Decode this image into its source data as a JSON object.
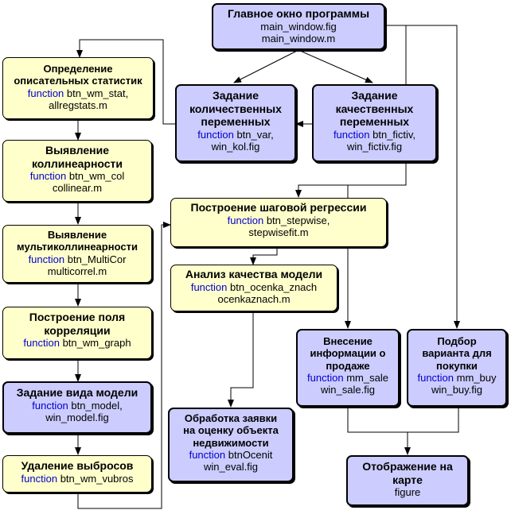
{
  "nodes": {
    "main": {
      "title": "Главное окно программы",
      "line1": "main_window.fig",
      "line2": "main_window.m"
    },
    "stats": {
      "title1": "Определение",
      "title2": "описательных статистик",
      "kw": "function",
      "fn": " btn_wm_stat,",
      "line2": "allregstats.m"
    },
    "kol": {
      "title1": "Задание",
      "title2": "количественных",
      "title3": "переменных",
      "kw": "function",
      "fn": " btn_var,",
      "line2": "win_kol.fig"
    },
    "fictiv": {
      "title1": "Задание",
      "title2": "качественных",
      "title3": "переменных",
      "kw": "function",
      "fn": " btn_fictiv,",
      "line2": "win_fictiv.fig"
    },
    "collinear": {
      "title1": "Выявление",
      "title2": "коллинеарности",
      "kw": "function",
      "fn": " btn_wm_col",
      "line2": "collinear.m"
    },
    "stepwise": {
      "title": "Построение шаговой регрессии",
      "kw": "function",
      "fn": " btn_stepwise,",
      "line2": "stepwisefit.m"
    },
    "multicor": {
      "title1": "Выявление",
      "title2": "мультиколлинеарности",
      "kw": "function",
      "fn": " btn_MultiCor",
      "line2": "multicorrel.m"
    },
    "ocenka": {
      "title": "Анализ качества модели",
      "kw": "function",
      "fn": " btn_ocenka_znach",
      "line2": "ocenkaznach.m"
    },
    "graph": {
      "title1": "Построение поля",
      "title2": "корреляции",
      "kw": "function",
      "fn": " btn_wm_graph"
    },
    "sale": {
      "title1": "Внесение",
      "title2": "информации о",
      "title3": "продаже",
      "kw": "function",
      "fn": " mm_sale",
      "line2": "win_sale.fig"
    },
    "buy": {
      "title1": "Подбор",
      "title2": "варианта для",
      "title3": "покупки",
      "kw": "function",
      "fn": " mm_buy",
      "line2": "win_buy.fig"
    },
    "model": {
      "title": "Задание вида модели",
      "kw": "function",
      "fn": " btn_model,",
      "line2": "win_model.fig"
    },
    "eval": {
      "title1": "Обработка заявки",
      "title2": "на оценку объекта",
      "title3": "недвижимости",
      "kw": "function",
      "fn": " btnOcenit",
      "line2": "win_eval.fig"
    },
    "vubros": {
      "title": "Удаление выбросов",
      "kw": "function",
      "fn": " btn_wm_vubros"
    },
    "map": {
      "title1": "Отображение на",
      "title2": "карте",
      "line2": "figure"
    }
  },
  "colors": {
    "yellow": "#ffffcc",
    "blue": "#ccccff",
    "keyword": "#0000cc"
  }
}
